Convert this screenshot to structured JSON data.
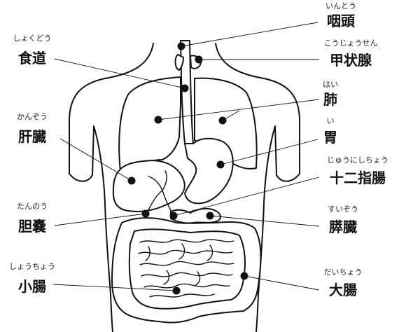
{
  "labels": {
    "pharynx": {
      "reading": "いんとう",
      "name": "咽頭"
    },
    "esophagus": {
      "reading": "しょくどう",
      "name": "食道"
    },
    "thyroid": {
      "reading": "こうじょうせん",
      "name": "甲状腺"
    },
    "lungs": {
      "reading": "はい",
      "name": "肺"
    },
    "liver": {
      "reading": "かんぞう",
      "name": "肝臓"
    },
    "stomach": {
      "reading": "い",
      "name": "胃"
    },
    "duodenum": {
      "reading": "じゅうにしちょう",
      "name": "十二指腸"
    },
    "gallbladder": {
      "reading": "たんのう",
      "name": "胆嚢"
    },
    "pancreas": {
      "reading": "すいぞう",
      "name": "膵臓"
    },
    "small_intestine": {
      "reading": "しょうちょう",
      "name": "小腸"
    },
    "large_intestine": {
      "reading": "だいちょう",
      "name": "大腸"
    }
  },
  "colors": {
    "ink": "#111111",
    "background": "#ffffff"
  }
}
